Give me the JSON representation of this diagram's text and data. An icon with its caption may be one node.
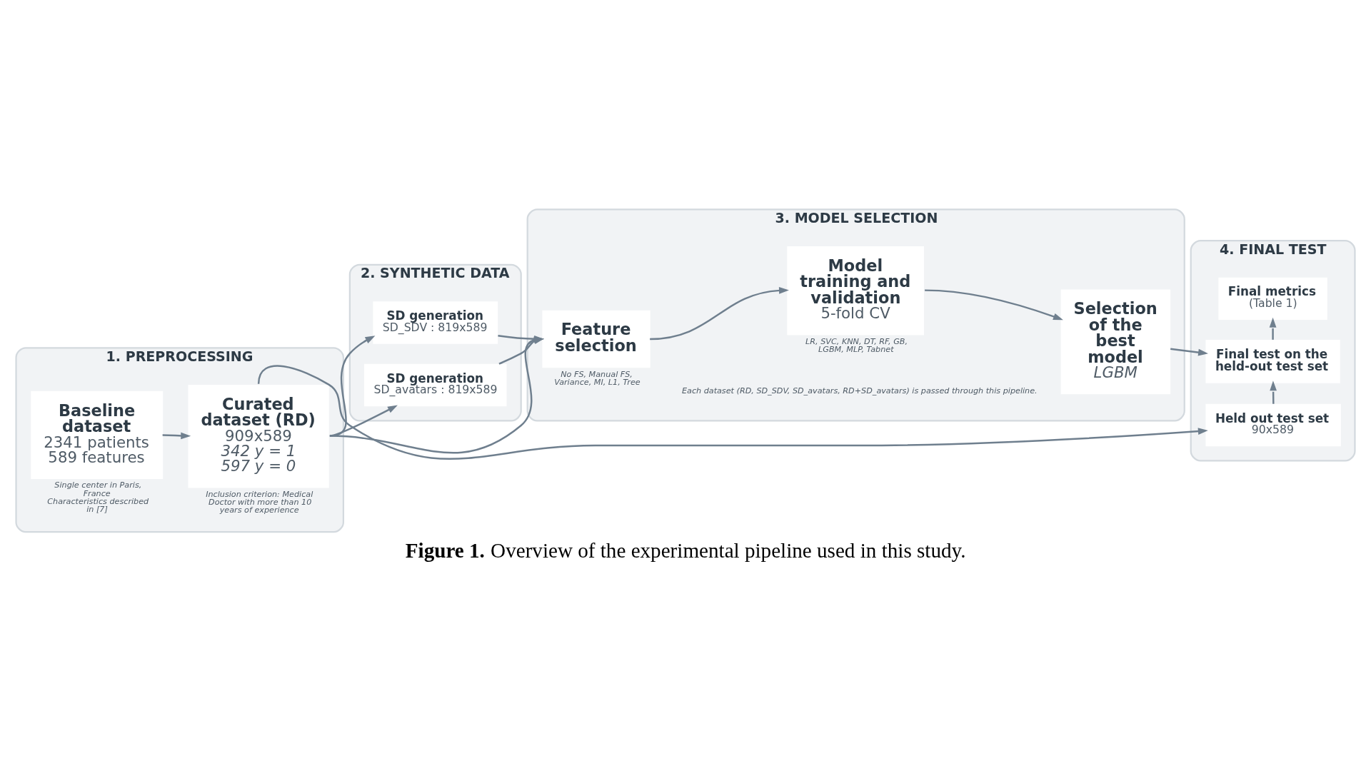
{
  "diagram": {
    "caption": "**Figure 1.** Overview of the experimental pipeline used in this study.",
    "nodes": [
      {
        "text": [
          "1. PREPROCESSING"
        ]
      },
      {
        "text": [
          "Baseline dataset",
          "2341 patients",
          "589 features"
        ],
        "in": 0,
        "beside": [
          "Single center in Paris, France",
          "Characteristics described in [7]"
        ]
      },
      {
        "text": [
          "Curated dataset (RD)",
          "909x589",
          "342 y = 1",
          "597 y = 0"
        ],
        "in": 0,
        "beside": [
          "Inclusion criterion: Medical Doctor with more than 10 years of experience"
        ]
      },
      {
        "text": [
          "2. SYNTHETIC DATA"
        ]
      },
      {
        "text": [
          "SD generation",
          "SD_SDV : 819x589"
        ],
        "in": 3
      },
      {
        "text": [
          "SD generation",
          "SD_avatars : 819x589"
        ],
        "in": 3
      },
      {
        "text": [
          "3. MODEL SELECTION"
        ]
      },
      {
        "text": [
          "Feature selection"
        ],
        "in": 6,
        "beside": [
          "No FS, Manual FS, Variance, MI, L1, Tree"
        ]
      },
      {
        "text": [
          "Model training and validation",
          "5-fold CV"
        ],
        "in": 6,
        "beside": [
          "LR, SVC, KNN, DT, RF, GB, LGBM, MLP, Tabnet"
        ]
      },
      {
        "text": [
          "Selection of the best model",
          "LGBM"
        ],
        "in": 6
      },
      {
        "text": [
          "4. FINAL TEST"
        ]
      },
      {
        "text": [
          "Held out test set",
          "90x589"
        ],
        "in": 10
      },
      {
        "text": [
          "Final test on the held-out test set"
        ],
        "in": 10
      },
      {
        "text": [
          "Final metrics",
          "(Table 1)"
        ],
        "in": 10
      }
    ],
    "edges": [
      {
        "from": 1,
        "to": 2,
        "arrow": "to"
      },
      {
        "from": 2,
        "to": 11,
        "arrow": "to"
      },
      {
        "from": 2,
        "to": 4,
        "arrow": "to"
      },
      {
        "from": 2,
        "to": 7,
        "arrow": "to"
      },
      {
        "from": 2,
        "to": 5,
        "arrow": "to"
      },
      {
        "from": 4,
        "to": 7,
        "arrow": "to"
      },
      {
        "from": 5,
        "to": 7,
        "arrow": "to"
      },
      {
        "from": 7,
        "to": 8,
        "arrow": "to"
      },
      {
        "from": 8,
        "to": 9,
        "arrow": "to"
      },
      {
        "from": 9,
        "to": 12,
        "arrow": "to"
      },
      {
        "from": 11,
        "to": 12,
        "arrow": "to"
      },
      {
        "from": 12,
        "to": 13,
        "arrow": "to"
      }
    ],
    "labels": [
      "Each dataset (RD, SD_SDV, SD_avatars, RD+SD_avatars) is passed through this pipeline."
    ]
  }
}
